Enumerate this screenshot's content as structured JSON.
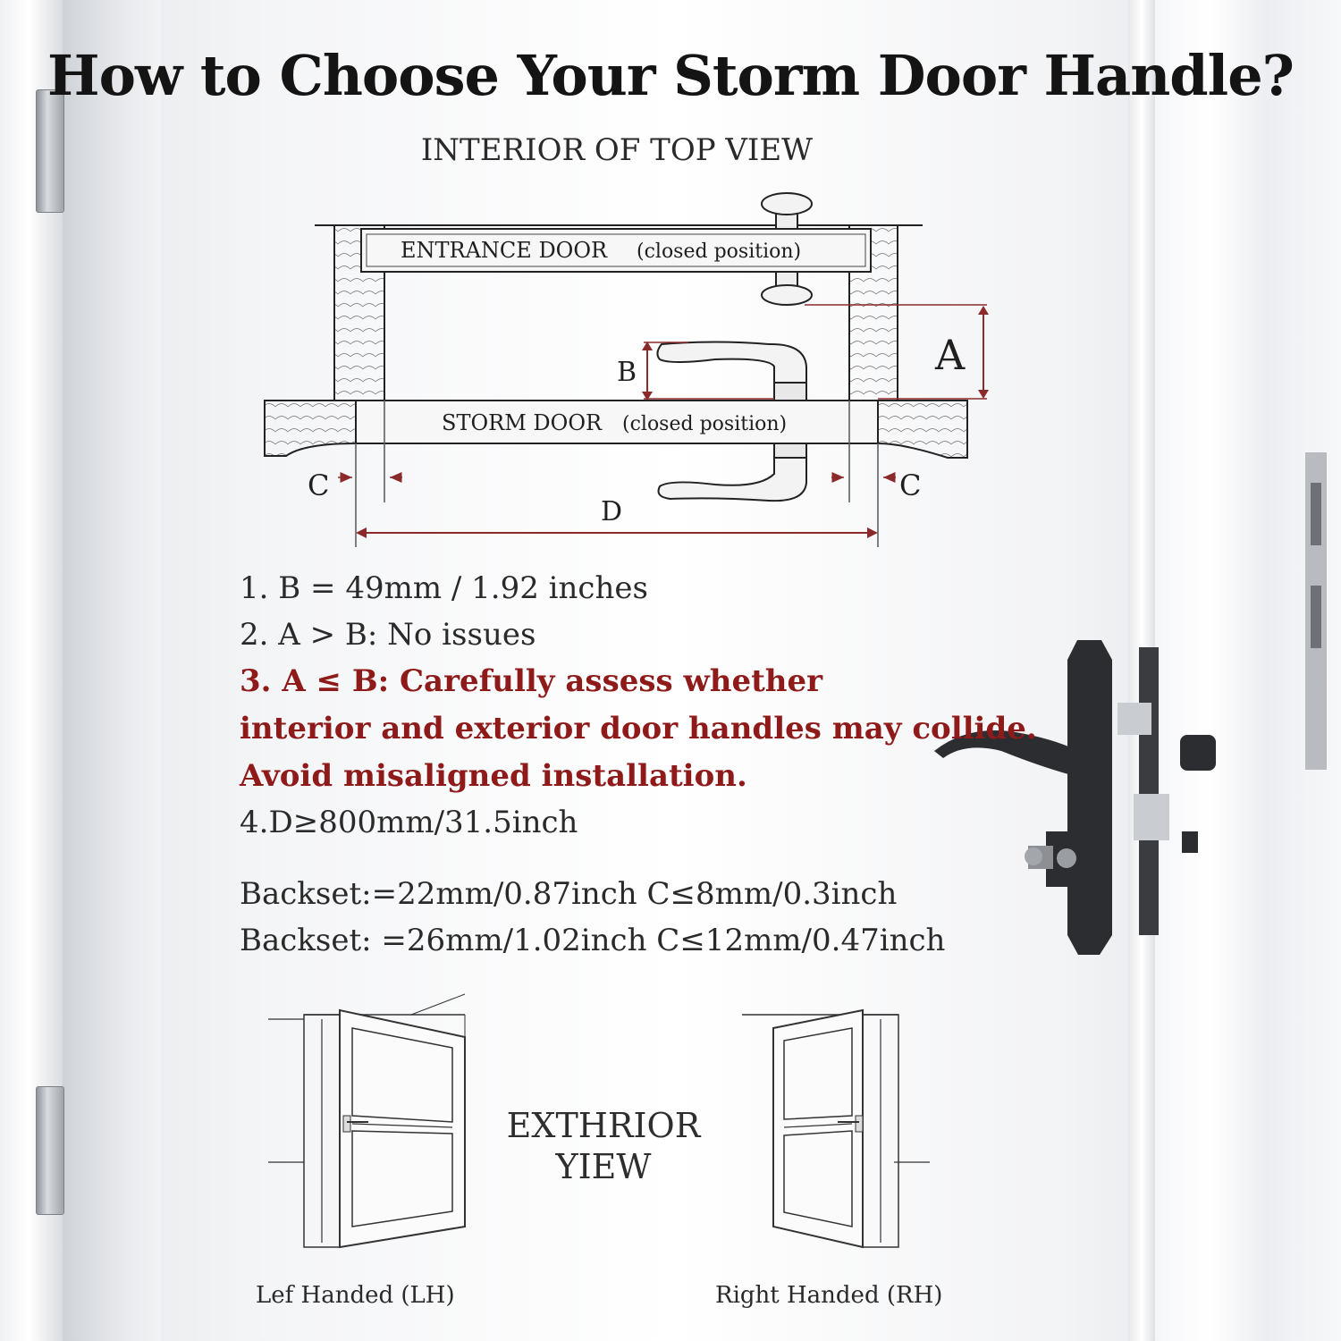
{
  "title": "How to Choose Your Storm Door Handle?",
  "subtitle": "INTERIOR OF TOP VIEW",
  "diagram": {
    "entrance_door_label": "ENTRANCE DOOR",
    "entrance_door_note": "(closed position)",
    "storm_door_label": "STORM DOOR",
    "storm_door_note": "(closed position)",
    "dimension_a": "A",
    "dimension_b": "B",
    "dimension_c_left": "C",
    "dimension_c_right": "C",
    "dimension_d": "D"
  },
  "specs": [
    "1. B  =  49mm / 1.92 inches",
    "2. A  >  B: No issues",
    "3. A  ≤  B: Carefully assess whether",
    "interior and exterior door handles may collide.",
    "Avoid misaligned installation.",
    "4.D≥800mm/31.5inch"
  ],
  "backsets": [
    "Backset:=22mm/0.87inch C≤8mm/0.3inch",
    "Backset:  =26mm/1.02inch C≤12mm/0.47inch"
  ],
  "exterior_view": {
    "line1": "EXTHRIOR",
    "line2": "YIEW",
    "left_label": "Lef Handed (LH)",
    "right_label": "Right Handed (RH)"
  },
  "colors": {
    "accent_red": "#8e1a1a",
    "text": "#1c1c1c",
    "hardware_black": "#2b2d30"
  },
  "icons": [
    "door-lever-handle-icon",
    "key-icon",
    "storm-door-illustration-icon"
  ]
}
